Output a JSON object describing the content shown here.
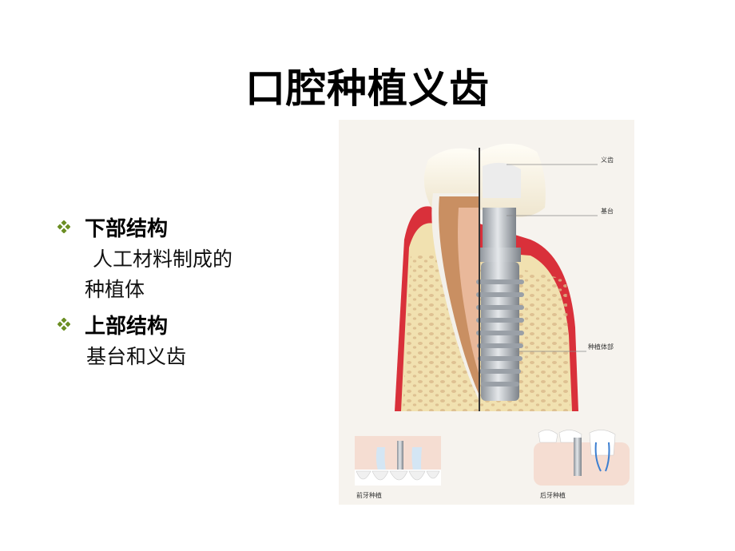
{
  "slide": {
    "title": "口腔种植义齿",
    "bullets": [
      {
        "label": "下部结构",
        "lines": [
          "人工材料制成的",
          "种植体"
        ]
      },
      {
        "label": "上部结构",
        "lines": [
          "基台和义齿"
        ]
      }
    ]
  },
  "figure": {
    "labels": {
      "denture": "义齿",
      "abutment": "基台",
      "implant_body": "种植体部",
      "front_tooth": "前牙种植",
      "back_tooth": "后牙种植"
    }
  },
  "colors": {
    "bullet": "#6b8e23",
    "gum": "#d9303a",
    "bone": "#f1e1b0",
    "metal": "#b8bcc2"
  }
}
